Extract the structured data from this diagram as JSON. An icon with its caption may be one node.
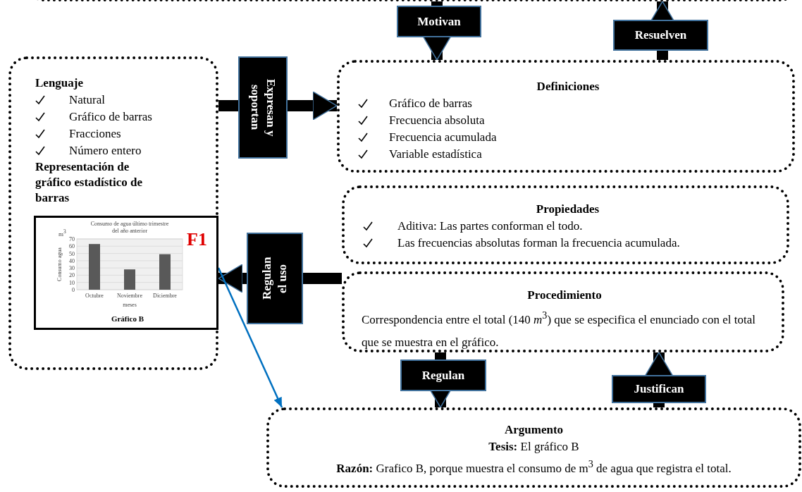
{
  "diagram": {
    "nodes": [
      {
        "text": [],
        "shape": "box"
      },
      {
        "text": [
          "Lenguaje",
          "Natural",
          "Gráfico de barras",
          "Fracciones",
          "Número entero",
          "Representación de gráfico estadístico de barras"
        ]
      },
      {
        "text": [
          "Gráfico B"
        ],
        "in": 1
      },
      {
        "text": [
          "Definiciones",
          "Gráfico de barras",
          "Frecuencia absoluta",
          "Frecuencia acumulada",
          "Variable estadística"
        ]
      },
      {
        "text": [
          "Propiedades",
          "Aditiva: Las partes conforman el todo.",
          "Las frecuencias absolutas forman la frecuencia acumulada."
        ]
      },
      {
        "text": [
          "Procedimiento",
          "Correspondencia entre el total (140 *m*$^{3}$) que se especifica el enunciado con el total que se muestra en el gráfico."
        ]
      },
      {
        "text": [
          "Argumento",
          "**Tesis:** El gráfico B",
          "**Razón:** Grafico B, porque muestra el consumo de m$^{3}$ de agua que registra el total."
        ]
      }
    ],
    "edges": [
      {
        "from": 0,
        "to": 3,
        "arrow": "to",
        "label": "Motivan"
      },
      {
        "from": 3,
        "to": 0,
        "arrow": "to",
        "label": "Resuelven"
      },
      {
        "from": 1,
        "to": 3,
        "arrow": "to",
        "label": "Expresan y soportan"
      },
      {
        "from": 5,
        "to": 1,
        "arrow": "to",
        "label": "Regulan el uso"
      },
      {
        "from": 5,
        "to": 6,
        "arrow": "to",
        "label": "Regulan"
      },
      {
        "from": 6,
        "to": 5,
        "arrow": "to",
        "label": "Justifican"
      },
      {
        "from": 2,
        "to": 6,
        "arrow": "to",
        "color": "#0070c0"
      }
    ],
    "labels": [
      "F1",
      "m$^{3}$"
    ],
    "chart_data": {
      "type": "bar",
      "title": "Consumo de agua último trimestre del año anterior",
      "xlabel": "meses",
      "ylabel": "Consumo agua",
      "categories": [
        "Octubre",
        "Noviembre",
        "Diciembre"
      ],
      "values": [
        63,
        28,
        49
      ],
      "ylim": [
        0,
        70
      ],
      "yticks": [
        0,
        10,
        20,
        30,
        40,
        50,
        60,
        70
      ],
      "grid": true
    }
  }
}
